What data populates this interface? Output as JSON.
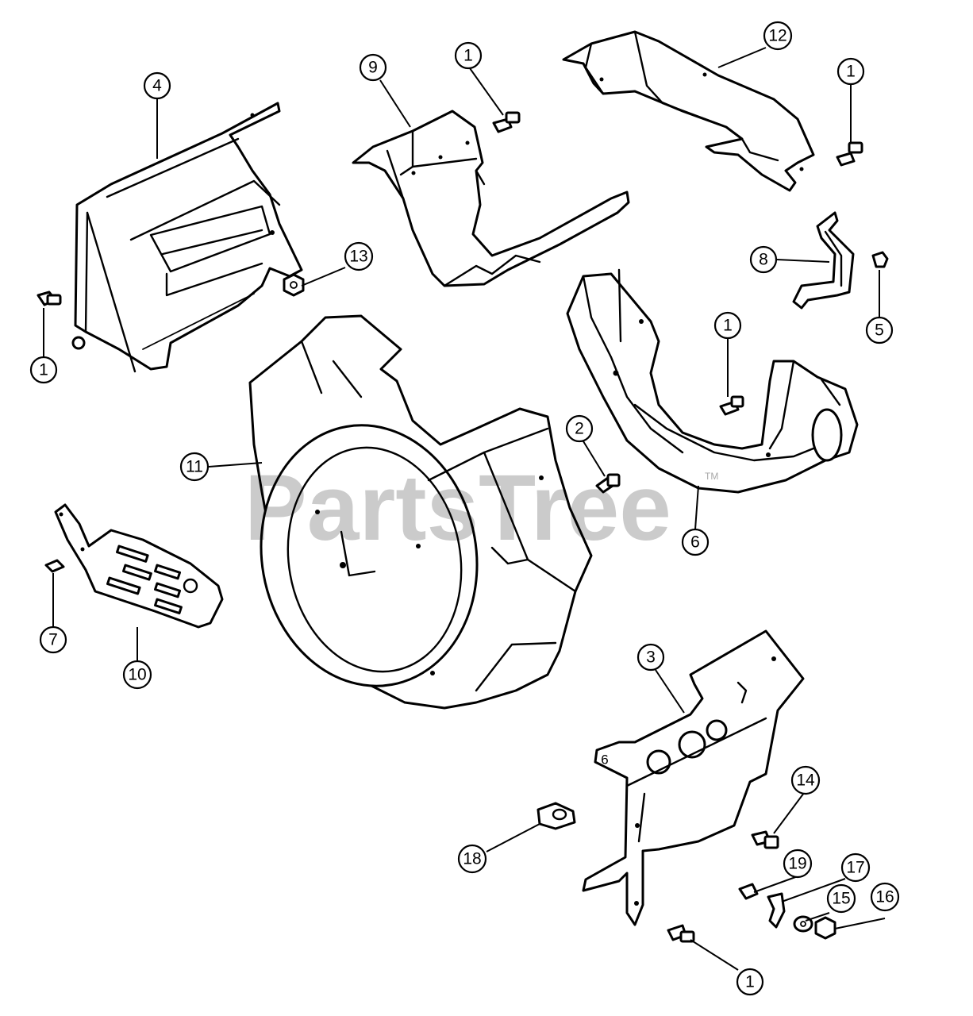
{
  "watermark": {
    "text": "PartsTree",
    "trademark": "TM"
  },
  "callouts": [
    {
      "id": "c4",
      "label": "4"
    },
    {
      "id": "c9",
      "label": "9"
    },
    {
      "id": "c1a",
      "label": "1"
    },
    {
      "id": "c12",
      "label": "12"
    },
    {
      "id": "c1b",
      "label": "1"
    },
    {
      "id": "c13",
      "label": "13"
    },
    {
      "id": "c8",
      "label": "8"
    },
    {
      "id": "c5",
      "label": "5"
    },
    {
      "id": "c1c",
      "label": "1"
    },
    {
      "id": "c1d",
      "label": "1"
    },
    {
      "id": "c2",
      "label": "2"
    },
    {
      "id": "c11",
      "label": "11"
    },
    {
      "id": "c6",
      "label": "6"
    },
    {
      "id": "c7",
      "label": "7"
    },
    {
      "id": "c10",
      "label": "10"
    },
    {
      "id": "c3",
      "label": "3"
    },
    {
      "id": "c14",
      "label": "14"
    },
    {
      "id": "c18",
      "label": "18"
    },
    {
      "id": "c19",
      "label": "19"
    },
    {
      "id": "c17",
      "label": "17"
    },
    {
      "id": "c15",
      "label": "15"
    },
    {
      "id": "c16",
      "label": "16"
    },
    {
      "id": "c1e",
      "label": "1"
    }
  ],
  "inline_labels": {
    "part_6_tab": "6"
  }
}
